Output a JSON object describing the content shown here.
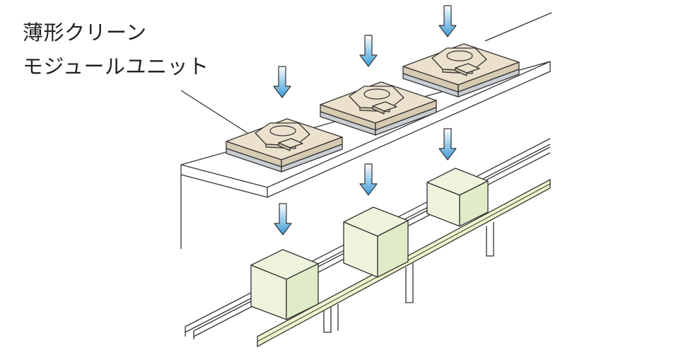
{
  "label": {
    "lines": [
      "薄形クリーン",
      "モジュールユニット"
    ]
  },
  "colors": {
    "outline": "#333333",
    "module_top": "#ece1cc",
    "module_side": "#d6cab2",
    "filter_layer": "#c9ced3",
    "cube_face": "#eef4dc",
    "cube_side": "#e0ebc8",
    "rail_green": "#eef3cc",
    "arrow_top": "#ffffff",
    "arrow_bottom": "#3a9ad8"
  },
  "counts": {
    "clean_modules": 3,
    "airflow_arrows": 6,
    "products": 3
  }
}
